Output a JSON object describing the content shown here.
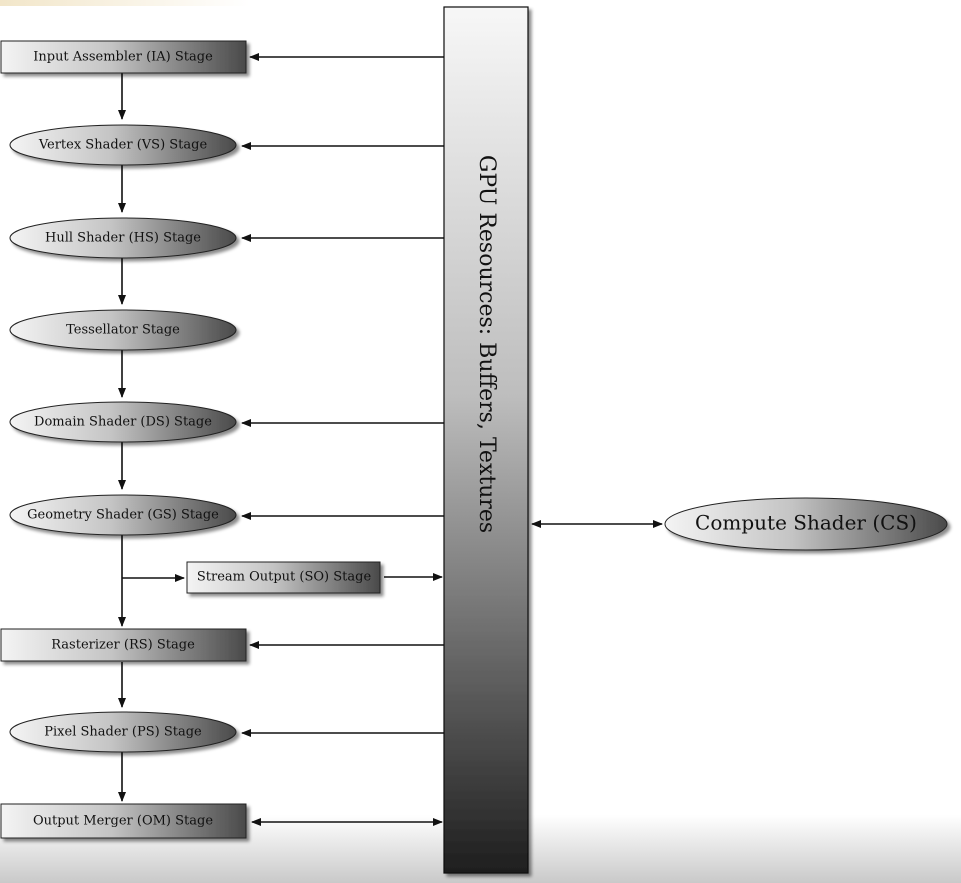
{
  "diagram": {
    "resources_label": "GPU Resources: Buffers, Textures",
    "compute_label": "Compute Shader (CS)",
    "stages": [
      {
        "label": "Input Assembler (IA) Stage",
        "shape": "rect"
      },
      {
        "label": "Vertex Shader (VS) Stage",
        "shape": "ellipse"
      },
      {
        "label": "Hull Shader (HS) Stage",
        "shape": "ellipse"
      },
      {
        "label": "Tessellator Stage",
        "shape": "ellipse"
      },
      {
        "label": "Domain Shader (DS) Stage",
        "shape": "ellipse"
      },
      {
        "label": "Geometry Shader (GS) Stage",
        "shape": "ellipse"
      },
      {
        "label": "Rasterizer (RS) Stage",
        "shape": "rect"
      },
      {
        "label": "Pixel Shader (PS) Stage",
        "shape": "ellipse"
      },
      {
        "label": "Output Merger (OM) Stage",
        "shape": "rect"
      }
    ],
    "stream_output_label": "Stream Output (SO) Stage"
  }
}
